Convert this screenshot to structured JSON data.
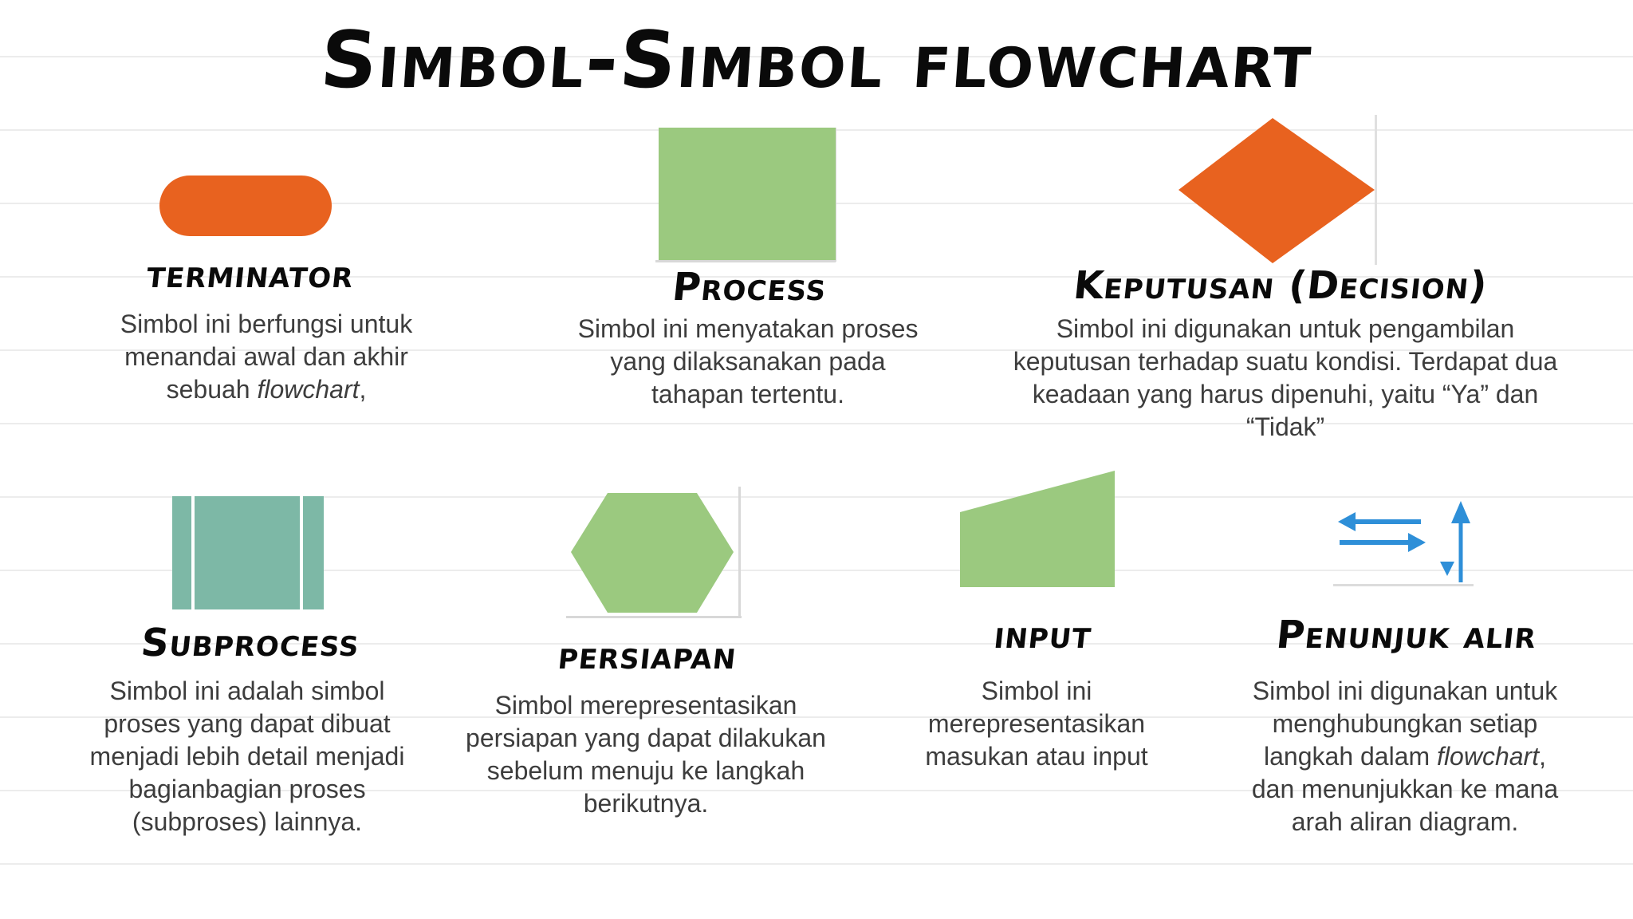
{
  "title": "Simbol-Simbol flowchart",
  "colors": {
    "orange": "#E8621F",
    "green": "#9BC97F",
    "teal": "#7DB8A6",
    "blue": "#2E8FD8",
    "text": "#3d3d3d",
    "heading": "#0a0a0a"
  },
  "symbols": {
    "terminator": {
      "name": "terminator",
      "line1": "Simbol ini berfungsi untuk",
      "line2": "menandai awal dan akhir",
      "line3_pre": "sebuah ",
      "line3_em": "flowchart",
      "line3_post": ","
    },
    "process": {
      "name": "Process",
      "line1": "Simbol ini menyatakan proses",
      "line2": "yang dilaksanakan pada",
      "line3": "tahapan tertentu."
    },
    "decision": {
      "name": "Keputusan (Decision)",
      "line1": "Simbol ini digunakan untuk pengambilan",
      "line2": "keputusan terhadap suatu kondisi. Terdapat dua",
      "line3": "keadaan yang harus dipenuhi, yaitu “Ya” dan",
      "line4": "“Tidak”"
    },
    "subprocess": {
      "name": "Subprocess",
      "line1": "Simbol ini adalah simbol",
      "line2": "proses yang dapat dibuat",
      "line3": "menjadi lebih detail menjadi",
      "line4": "bagianbagian proses",
      "line5": "(subproses) lainnya."
    },
    "preparation": {
      "name": "persiapan",
      "line1": "Simbol merepresentasikan",
      "line2": "persiapan yang dapat dilakukan",
      "line3": "sebelum menuju ke langkah",
      "line4": "berikutnya."
    },
    "input": {
      "name": "input",
      "line1": "Simbol ini",
      "line2": "merepresentasikan",
      "line3": "masukan atau input"
    },
    "flow": {
      "name": "Penunjuk alir",
      "line1": "Simbol ini digunakan untuk",
      "line2": "menghubungkan setiap",
      "line3_pre": "langkah dalam ",
      "line3_em": "flowchart",
      "line3_post": ",",
      "line4": "dan menunjukkan ke mana",
      "line5": "arah aliran diagram."
    }
  }
}
